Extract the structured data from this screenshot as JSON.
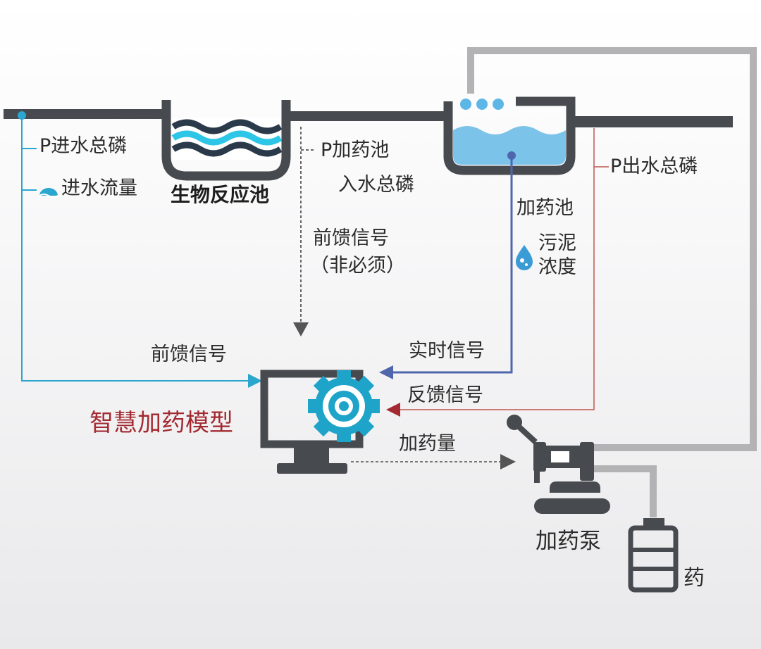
{
  "labels": {
    "influent_tp": "P进水总磷",
    "influent_flow": "进水流量",
    "bio_tank": "生物反应池",
    "dosing_tank_in_p": "P加药池",
    "dosing_tank_in_p_2": "入水总磷",
    "feedforward_optional_1": "前馈信号",
    "feedforward_optional_2": "（非必须）",
    "dosing_tank": "加药池",
    "sludge_1": "污泥",
    "sludge_2": "浓度",
    "effluent_tp": "P出水总磷",
    "feedforward": "前馈信号",
    "realtime": "实时信号",
    "feedback": "反馈信号",
    "model": "智慧加药模型",
    "dose_amount": "加药量",
    "pump": "加药泵",
    "chemical": "药"
  },
  "colors": {
    "pipe": "#474a4e",
    "return_pipe": "#b3b3b5",
    "feedforward_line": "#2aa6cf",
    "realtime_line": "#4f66ad",
    "feedback_line": "#c0574f",
    "model_red": "#a32a31",
    "gear": "#1ea3c9",
    "water_light": "#7cc3ea"
  }
}
